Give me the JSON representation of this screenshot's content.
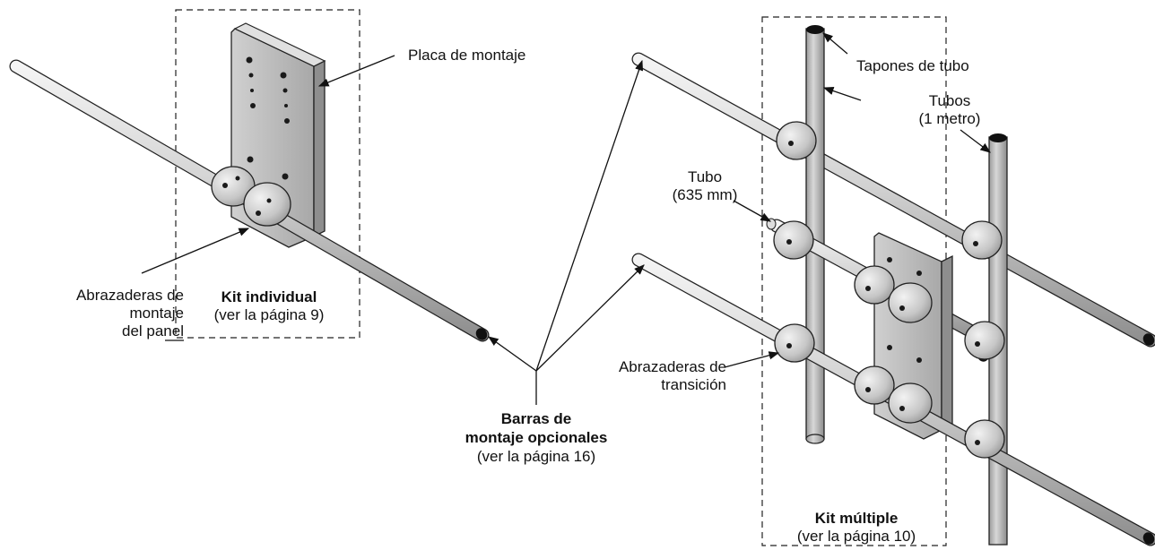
{
  "labels": {
    "placa": "Placa de montaje",
    "tapones": "Tapones de tubo",
    "tubos_1": "Tubos",
    "tubos_2": "(1 metro)",
    "tubo_1": "Tubo",
    "tubo_2": "(635 mm)",
    "abraz_panel_1": "Abrazaderas de",
    "abraz_panel_2": "montaje",
    "abraz_panel_3": "del panel",
    "kit_ind_title": "Kit individual",
    "kit_ind_sub": "(ver la página 9)",
    "abraz_trans_1": "Abrazaderas de",
    "abraz_trans_2": "transición",
    "barras_1": "Barras de",
    "barras_2": "montaje opcionales",
    "barras_sub": "(ver la página 16)",
    "kit_mult_title": "Kit múltiple",
    "kit_mult_sub": "(ver la página 10)"
  },
  "colors": {
    "line": "#111111",
    "metal_dark": "#8a8a8a",
    "metal_mid": "#c4c4c4",
    "metal_light": "#ececec",
    "plate": "#b9b9b9"
  }
}
